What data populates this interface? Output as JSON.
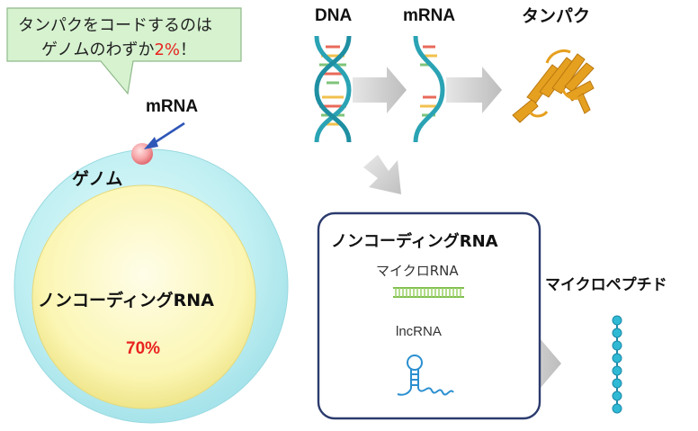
{
  "callout": {
    "line1": "タンパクをコードするのは",
    "line2_prefix": "ゲノムのわずか",
    "line2_highlight": "2%",
    "line2_suffix": "！"
  },
  "left": {
    "mrna_label": "mRNA",
    "genome_label": "ゲノム",
    "noncoding_label": "ノンコーディングRNA",
    "noncoding_percent": "70%"
  },
  "flow": {
    "dna_label": "DNA",
    "mrna_label": "mRNA",
    "protein_label": "タンパク"
  },
  "box": {
    "title": "ノンコーディングRNA",
    "microrna_label": "マイクロRNA",
    "lncrna_label": "lncRNA"
  },
  "micropeptide_label": "マイクロペプチド",
  "colors": {
    "highlight_red": "#e8231e",
    "callout_fill": "#d6f2cf",
    "genome_fill": "#bfeff2",
    "noncoding_fill": "#fbf6b4",
    "box_border": "#2c3b6e",
    "arrow_gray": "#c8c8c8",
    "helix_teal": "#2aa3b4",
    "protein_orange": "#e6a020",
    "peptide_bead": "#2fb9d4"
  }
}
